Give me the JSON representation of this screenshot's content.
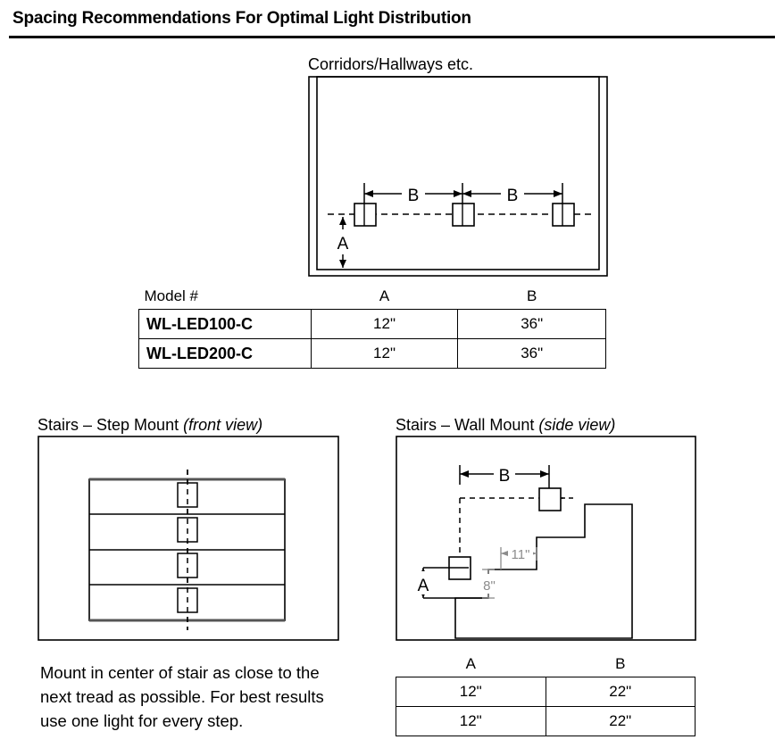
{
  "page": {
    "title": "Spacing Recommendations For Optimal Light Distribution"
  },
  "corridor": {
    "caption": "Corridors/Hallways etc.",
    "dim_a_label": "A",
    "dim_b_label_1": "B",
    "dim_b_label_2": "B",
    "fixture_count": 3,
    "table": {
      "headers": [
        "Model #",
        "A",
        "B"
      ],
      "rows": [
        {
          "model": "WL-LED100-C",
          "a": "12\"",
          "b": "36\""
        },
        {
          "model": "WL-LED200-C",
          "a": "12\"",
          "b": "36\""
        }
      ]
    }
  },
  "step_mount": {
    "caption_main": "Stairs – Step Mount ",
    "caption_italic": "(front view)",
    "step_count": 4,
    "note": "Mount in center of stair as close to the next tread as possible. For best results use one light for every step."
  },
  "wall_mount": {
    "caption_main": "Stairs – Wall Mount ",
    "caption_italic": "(side view)",
    "dim_a_label": "A",
    "dim_b_label": "B",
    "riser_label": "8\"",
    "tread_label": "11\"",
    "table": {
      "headers": [
        "A",
        "B"
      ],
      "rows": [
        {
          "a": "12\"",
          "b": "22\""
        },
        {
          "a": "12\"",
          "b": "22\""
        }
      ]
    }
  },
  "colors": {
    "line": "#000000",
    "dim_gray": "#8c8c8c",
    "background": "#ffffff"
  }
}
